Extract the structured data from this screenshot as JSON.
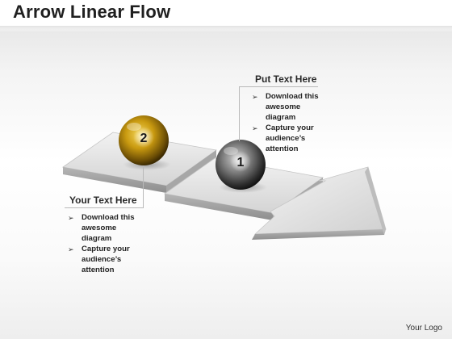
{
  "slide": {
    "title": "Arrow Linear Flow",
    "logo": "Your Logo"
  },
  "steps": [
    {
      "number": "1",
      "color": "#3a3a3a",
      "heading": "Put Text Here",
      "bullets": [
        "Download this\nawesome\ndiagram",
        "Capture your\naudience’s\nattention"
      ]
    },
    {
      "number": "2",
      "color": "#c99a10",
      "heading": "Your Text Here",
      "bullets": [
        "Download this\nawesome\ndiagram",
        "Capture your\naudience’s\nattention"
      ]
    }
  ],
  "icons": {
    "bullet": "arrowhead-bullet-icon"
  }
}
